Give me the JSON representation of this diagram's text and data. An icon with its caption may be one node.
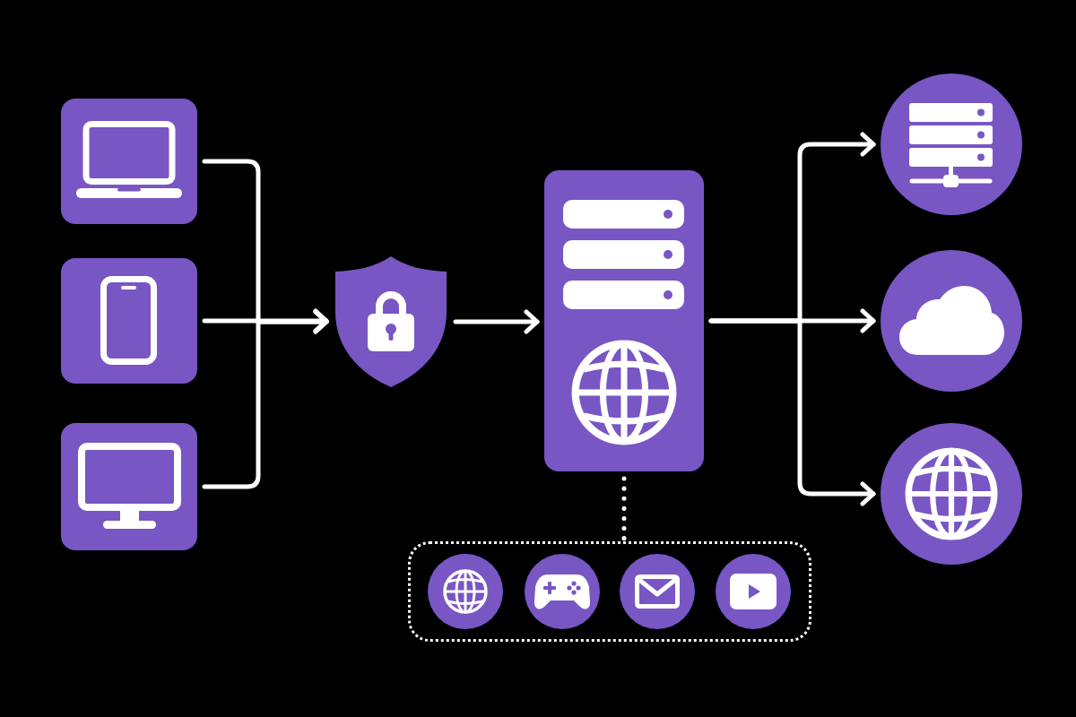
{
  "diagram": {
    "nodes": [
      {
        "text": [],
        "shape": "box"
      },
      {
        "text": [],
        "shape": "box"
      },
      {
        "text": [],
        "shape": "box"
      },
      {
        "text": [],
        "shape": "shield"
      },
      {
        "text": [],
        "shape": "box"
      },
      {
        "text": [],
        "shape": "circle"
      },
      {
        "text": [],
        "shape": "circle"
      },
      {
        "text": [],
        "shape": "circle"
      },
      {
        "text": [],
        "shape": "box"
      },
      {
        "text": [],
        "shape": "circle",
        "in": 8
      },
      {
        "text": [],
        "shape": "circle",
        "in": 8
      },
      {
        "text": [],
        "shape": "circle",
        "in": 8
      },
      {
        "text": [],
        "shape": "circle",
        "in": 8
      }
    ],
    "edges": [
      {
        "from": 0,
        "to": 3,
        "arrow": "to"
      },
      {
        "from": 1,
        "to": 3,
        "arrow": "to"
      },
      {
        "from": 2,
        "to": 3,
        "arrow": "to"
      },
      {
        "from": 3,
        "to": 4,
        "arrow": "to"
      },
      {
        "from": 4,
        "to": 5,
        "arrow": "to"
      },
      {
        "from": 4,
        "to": 6,
        "arrow": "to"
      },
      {
        "from": 4,
        "to": 7,
        "arrow": "to"
      },
      {
        "from": 4,
        "to": 8,
        "arrow": "none",
        "style": "dashed"
      }
    ]
  }
}
